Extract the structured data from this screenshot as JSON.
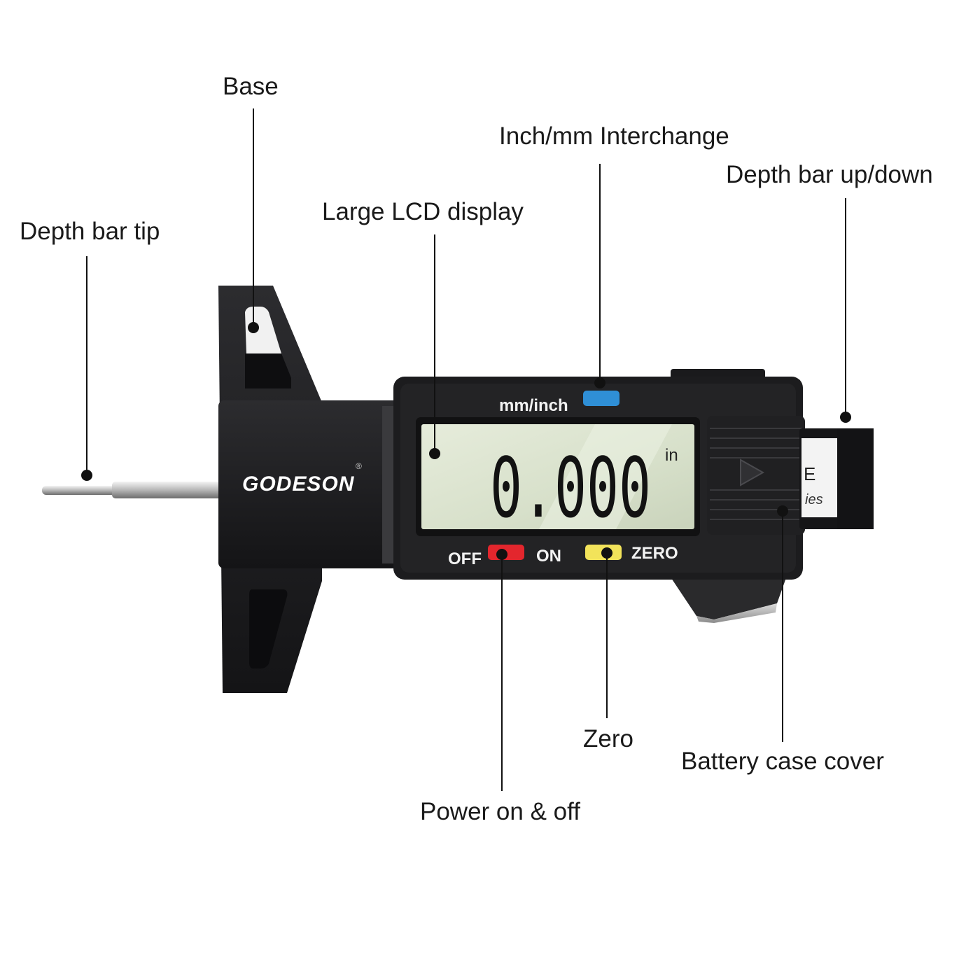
{
  "device": {
    "brand": "GODESON",
    "lcd_reading": "0.000",
    "lcd_unit": "in",
    "unit_button_label": "mm/inch",
    "off_label": "OFF",
    "on_label": "ON",
    "zero_label": "ZERO",
    "scale_letter": "E",
    "scale_fragment": "ies"
  },
  "callouts": {
    "base": "Base",
    "inch_mm_interchange": "Inch/mm Interchange",
    "depth_bar_up_down": "Depth bar up/down",
    "large_lcd_display": "Large LCD display",
    "depth_bar_tip": "Depth bar tip",
    "zero": "Zero",
    "battery_case_cover": "Battery case cover",
    "power_on_off": "Power on & off"
  },
  "colors": {
    "unit_button": "#2f8fd6",
    "power_button": "#e3262d",
    "zero_button": "#f2e35a",
    "body": "#1b1b1d",
    "lcd": "#dbe4cf"
  }
}
